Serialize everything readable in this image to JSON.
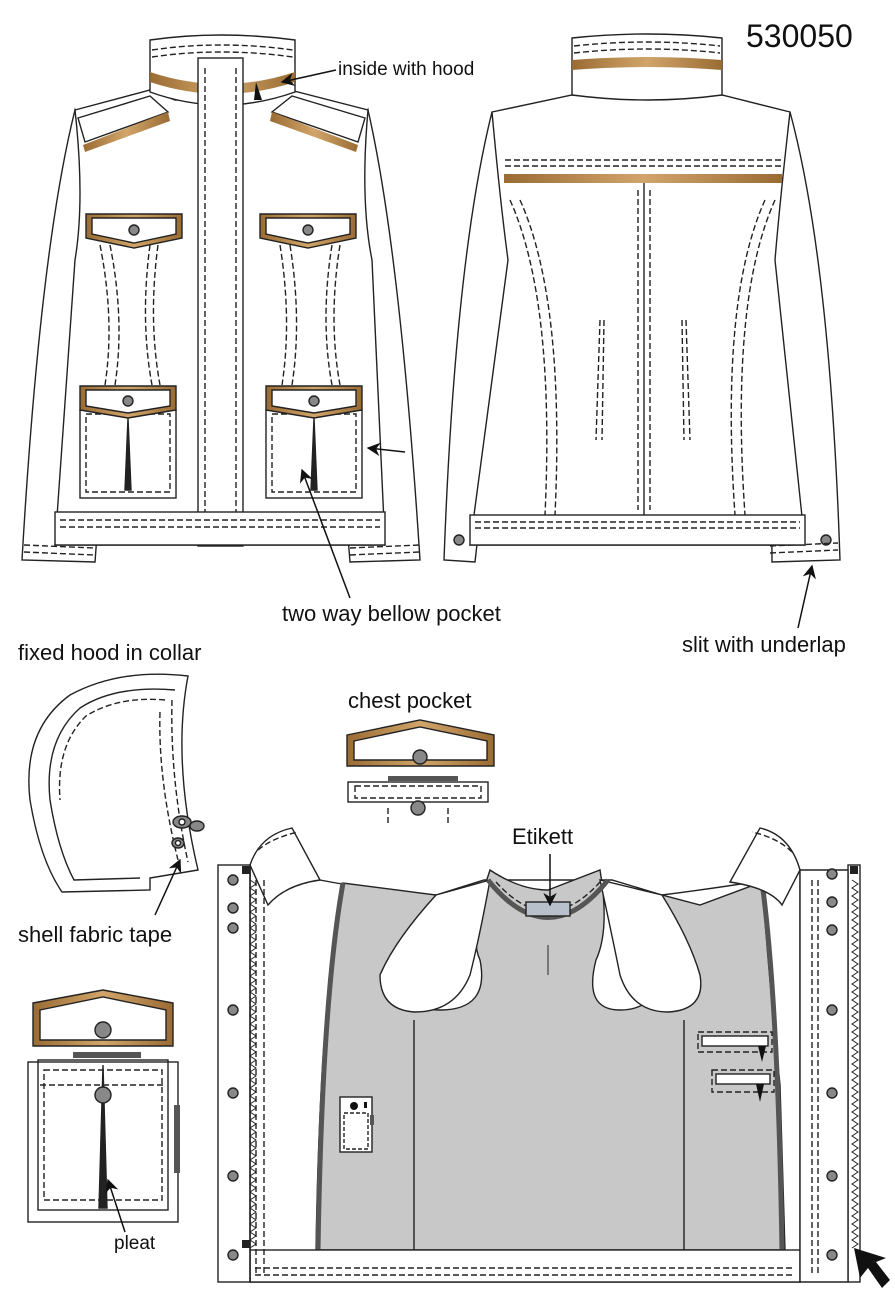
{
  "style_number": "530050",
  "labels": {
    "inside_with_hood": "inside with hood",
    "two_way_bellow_pocket": "two way bellow pocket",
    "slit_with_underlap": "slit with underlap",
    "fixed_hood_in_collar": "fixed hood in collar",
    "chest_pocket": "chest pocket",
    "etikett": "Etikett",
    "shell_fabric_tape": "shell fabric tape",
    "pleat": "pleat"
  },
  "colors": {
    "outline": "#222222",
    "contrast_trim": "#b0834a",
    "lining": "#c8c8c8",
    "lining_piping": "#555555",
    "buttons": "#888888"
  }
}
